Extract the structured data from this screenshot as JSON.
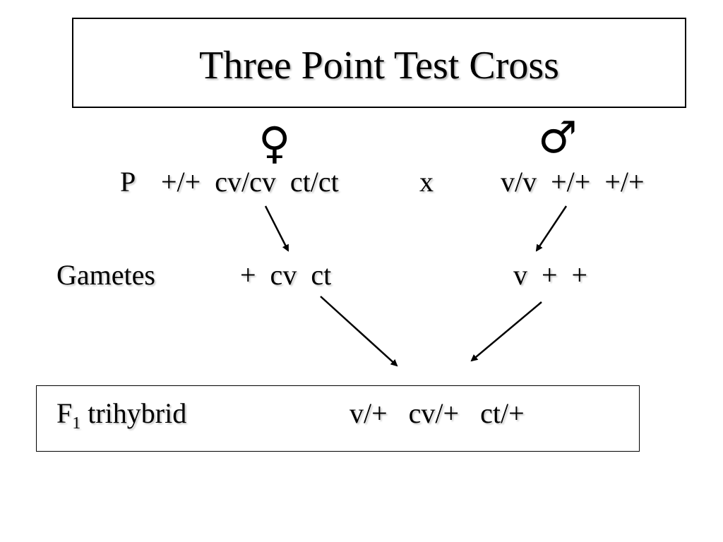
{
  "title": "Three Point Test Cross",
  "female_symbol": "♀",
  "male_symbol": "♂",
  "parental": {
    "label": "P",
    "female_genotype": "+/+  cv/cv  ct/ct",
    "cross_sign": "x",
    "male_genotype": "v/v  +/+  +/+"
  },
  "gametes": {
    "label": "Gametes",
    "female": "+  cv  ct",
    "male": "v  +  +"
  },
  "f1": {
    "label_main": "F",
    "label_sub": "1",
    "label_rest": " trihybrid",
    "genotype": "v/+   cv/+   ct/+"
  }
}
